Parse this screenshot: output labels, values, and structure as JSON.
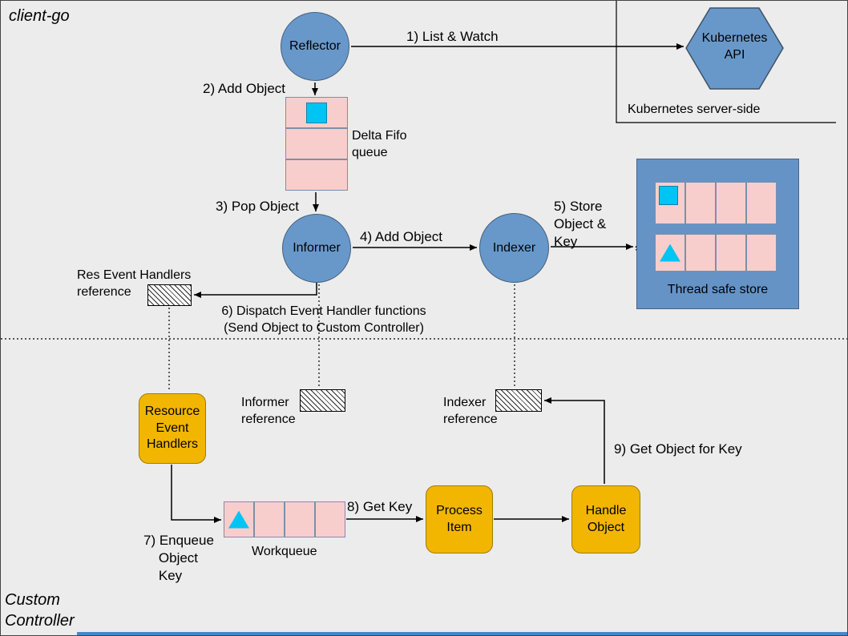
{
  "titles": {
    "client_go": "client-go",
    "custom_controller": "Custom\nController",
    "kubernetes_server_side": "Kubernetes server-side"
  },
  "nodes": {
    "reflector": "Reflector",
    "kubernetes_api": "Kubernetes\nAPI",
    "delta_fifo_queue": "Delta Fifo\nqueue",
    "informer": "Informer",
    "indexer": "Indexer",
    "thread_safe_store": "Thread safe store",
    "res_event_handlers_reference": "Res Event Handlers\nreference",
    "informer_reference": "Informer\nreference",
    "indexer_reference": "Indexer\nreference",
    "resource_event_handlers": "Resource\nEvent\nHandlers",
    "workqueue": "Workqueue",
    "process_item": "Process\nItem",
    "handle_object": "Handle\nObject"
  },
  "steps": {
    "step1": "1) List & Watch",
    "step2": "2) Add Object",
    "step3": "3) Pop Object",
    "step4": "4) Add Object",
    "step5": "5) Store\nObject &\nKey",
    "step6": "6) Dispatch Event Handler functions\n(Send Object to Custom Controller)",
    "step7": "7) Enqueue\n    Object\n    Key",
    "step8": "8) Get Key",
    "step9": "9) Get Object for Key"
  },
  "colors": {
    "background": "#ececec",
    "node_blue": "#6898ca",
    "cell_pink": "#f8cecc",
    "accent_cyan": "#00c4f4",
    "node_yellow": "#f2b600",
    "line": "#000000",
    "bottom_bar_blue": "#4a86c8"
  }
}
